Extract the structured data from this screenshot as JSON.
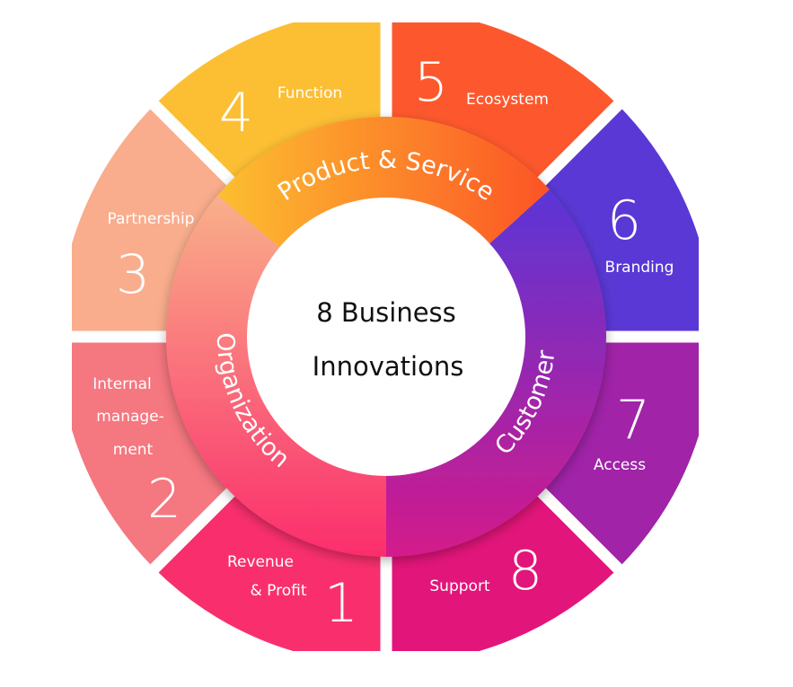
{
  "title": [
    "8 Business",
    "Innovations"
  ],
  "groups": [
    {
      "label": "Product & Service",
      "colors": [
        "#fcbf30",
        "#fc5426"
      ]
    },
    {
      "label": "Customer",
      "colors": [
        "#5a35d6",
        "#d41a8a"
      ]
    },
    {
      "label": "Organization",
      "colors": [
        "#f9b08a",
        "#fb2d6c"
      ]
    }
  ],
  "segments": [
    {
      "number": "1",
      "lines": [
        "Revenue",
        "& Profit"
      ],
      "color": "#f92f6d"
    },
    {
      "number": "2",
      "lines": [
        "Internal",
        "manage-",
        "ment"
      ],
      "color": "#f5777f"
    },
    {
      "number": "3",
      "lines": [
        "Partnership"
      ],
      "color": "#f9ad8c"
    },
    {
      "number": "4",
      "lines": [
        "Function"
      ],
      "color": "#fcbf34"
    },
    {
      "number": "5",
      "lines": [
        "Ecosystem"
      ],
      "color": "#fd582d"
    },
    {
      "number": "6",
      "lines": [
        "Branding"
      ],
      "color": "#5a38d5"
    },
    {
      "number": "7",
      "lines": [
        "Access"
      ],
      "color": "#a023a8"
    },
    {
      "number": "8",
      "lines": [
        "Support"
      ],
      "color": "#e2157a"
    }
  ]
}
